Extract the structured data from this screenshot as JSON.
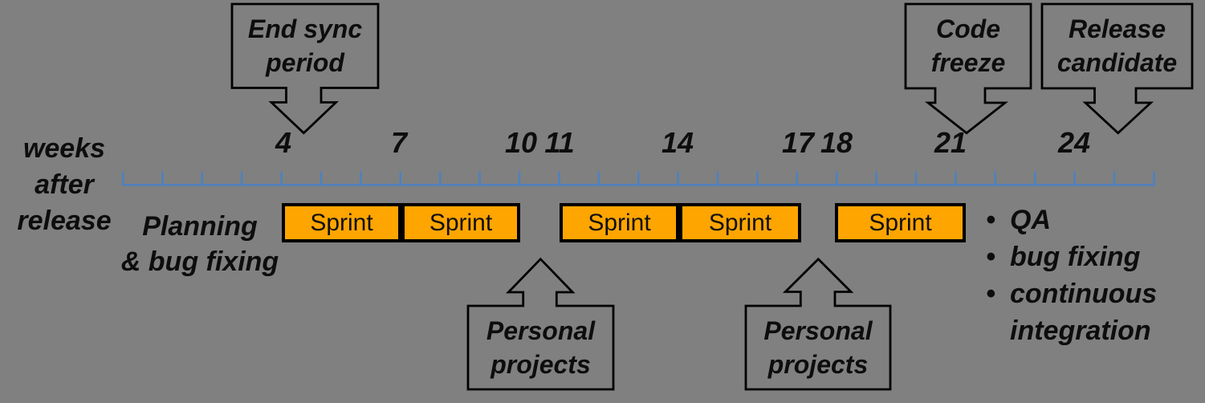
{
  "colors": {
    "background": "#808080",
    "timeline_line": "#4F81BD",
    "sprint_fill": "#FFA500",
    "outline_black": "#000000"
  },
  "axis": {
    "caption": "weeks\nafter\nrelease",
    "week_labels": [
      "4",
      "7",
      "10",
      "11",
      "14",
      "17",
      "18",
      "21",
      "24"
    ]
  },
  "milestones": {
    "end_sync": "End sync\nperiod",
    "code_freeze": "Code\nfreeze",
    "release_candidate": "Release\ncandidate"
  },
  "phases": {
    "planning": "Planning\n& bug fixing",
    "sprint_labels": [
      "Sprint",
      "Sprint",
      "Sprint",
      "Sprint",
      "Sprint"
    ],
    "personal_projects": [
      "Personal\nprojects",
      "Personal\nprojects"
    ],
    "closing_bullets": [
      "QA",
      "bug fixing",
      "continuous integration"
    ]
  }
}
